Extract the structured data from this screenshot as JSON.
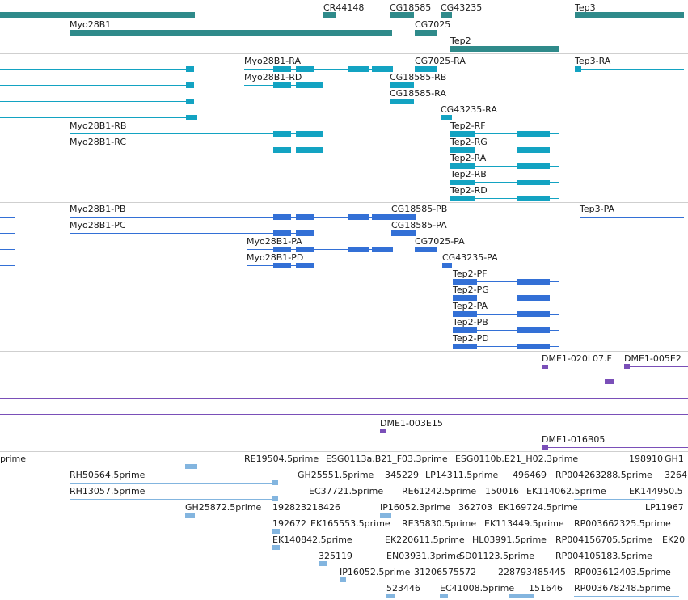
{
  "colors": {
    "gene": "#2f8a8a",
    "transcript_a": "#13a3c2",
    "transcript_b": "#3370d6",
    "est": "#7a4fb8",
    "est_light": "#83b5df"
  },
  "tracks": {
    "genes": [
      "CR44148",
      "CG18585",
      "CG43235",
      "Tep3",
      "Myo28B1",
      "CG7025",
      "Tep2"
    ],
    "transcripts_a": [
      "Myo28B1-RA",
      "CG7025-RA",
      "Tep3-RA",
      "Myo28B1-RD",
      "CG18585-RB",
      "CG18585-RA",
      "CG43235-RA",
      "Myo28B1-RB",
      "Tep2-RF",
      "Myo28B1-RC",
      "Tep2-RG",
      "Tep2-RA",
      "Tep2-RB",
      "Tep2-RD"
    ],
    "transcripts_b": [
      "Myo28B1-PB",
      "CG18585-PB",
      "Tep3-PA",
      "Myo28B1-PC",
      "CG18585-PA",
      "Myo28B1-PA",
      "CG7025-PA",
      "Myo28B1-PD",
      "CG43235-PA",
      "Tep2-PF",
      "Tep2-PG",
      "Tep2-PA",
      "Tep2-PB",
      "Tep2-PD"
    ],
    "clones": [
      "DME1-020L07.F",
      "DME1-005E2",
      "DME1-003E15",
      "DME1-016B05"
    ],
    "ests": [
      "prime",
      "RE19504.5prime",
      "ESG0113a.B21_F03.3prime",
      "ESG0110b.E21_H02.3prime",
      "198910",
      "GH1",
      "RH50564.5prime",
      "GH25551.5prime",
      "345229",
      "LP14311.5prime",
      "496469",
      "RP004263288.5prime",
      "3264",
      "RH13057.5prime",
      "EC37721.5prime",
      "RE61242.5prime",
      "150016",
      "EK114062.5prime",
      "EK144950.5",
      "GH25872.5prime",
      "192823218426",
      "IP16052.3prime",
      "362703",
      "EK169724.5prime",
      "LP11967",
      "192672",
      "EK165553.5prime",
      "RE35830.5prime",
      "EK113449.5prime",
      "RP003662325.5prime",
      "EK140842.5prime",
      "EK220611.5prime",
      "HL03991.5prime",
      "RP004156705.5prime",
      "EK20",
      "325119",
      "EN03931.3prime",
      "SD01123.5prime",
      "RP004105183.5prime",
      "IP16052.5prime",
      "31206575572",
      "228793485445",
      "RP003612403.5prime",
      "523446",
      "EC41008.5prime",
      "151646",
      "RP003678248.5prime"
    ]
  }
}
